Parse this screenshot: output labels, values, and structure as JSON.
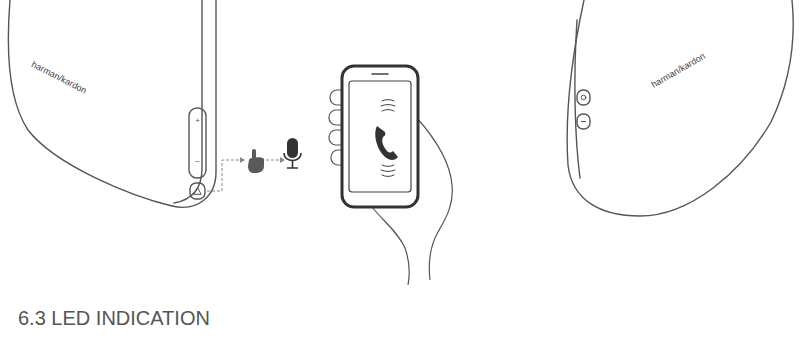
{
  "diagram": {
    "labels": [
      "harman/kardon",
      "+",
      "−",
      "harman/kardon",
      "6.3 LED INDICATION"
    ]
  }
}
